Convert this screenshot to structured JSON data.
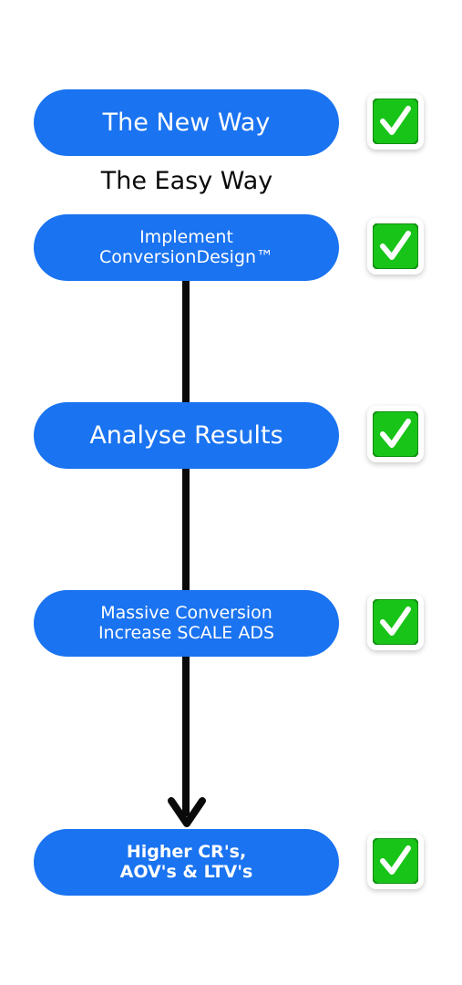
{
  "steps": [
    {
      "lines": [
        "The New Way"
      ]
    },
    {
      "lines": [
        "Implement",
        "ConversionDesign™"
      ]
    },
    {
      "lines": [
        "Analyse Results"
      ]
    },
    {
      "lines": [
        "Massive Conversion",
        "Increase SCALE ADS"
      ]
    },
    {
      "lines": [
        "Higher CR's,",
        "AOV's & LTV's"
      ]
    }
  ],
  "subtitle": "The Easy Way",
  "icons": {
    "check": "check-mark-icon",
    "arrow": "arrow-down-icon"
  },
  "colors": {
    "pill": "#1a73f0",
    "check_green": "#19c419",
    "connector": "#0a0a0a"
  }
}
